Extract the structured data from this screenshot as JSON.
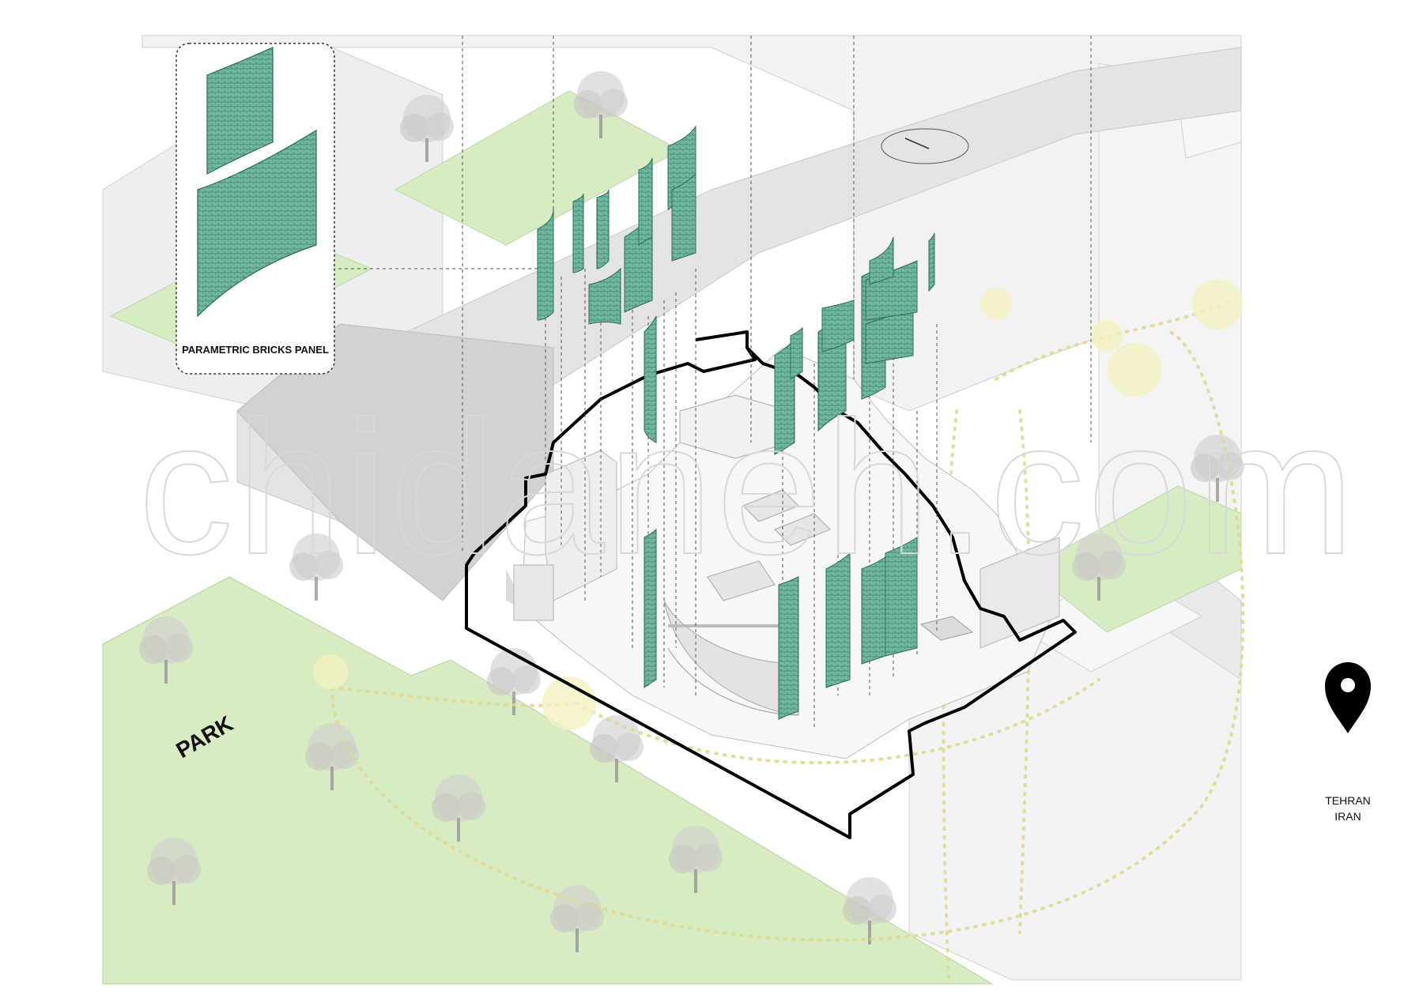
{
  "diagram": {
    "park_label": "PARK",
    "panel_caption": "PARAMETRIC BRICKS PANEL",
    "location": {
      "city": "TEHRAN",
      "country": "IRAN"
    },
    "watermark": "chidaneh.com"
  },
  "colors": {
    "panel_green": "#6fb9a1",
    "panel_green_dark": "#3f7f6c",
    "park_green": "#d8ecc4",
    "sun_path": "#e8e3a6",
    "site_outline": "#000000",
    "building_grey": "#efefef",
    "street_grey": "#d6d6d6"
  },
  "icons": {
    "location": "map-pin-icon",
    "tree": "tree-icon",
    "sun": "sun-icon"
  }
}
